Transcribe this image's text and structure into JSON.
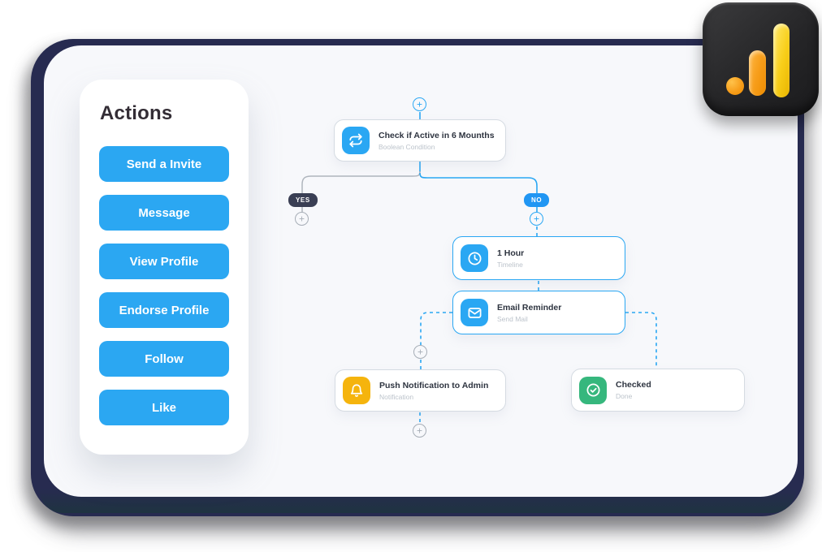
{
  "colors": {
    "accent_blue": "#2AA7F3",
    "deep_blue": "#2196F3",
    "amber": "#F5B40D",
    "green": "#36B77D",
    "pill_dark": "#3A3F54",
    "backdrop_navy": "#272B50",
    "canvas": "#F7F8FB",
    "node_border": "#D5DBE2",
    "title_text": "#2E3440",
    "subtitle_text": "#BCC3CB"
  },
  "actions_panel": {
    "title": "Actions",
    "buttons": [
      {
        "label": "Send a Invite"
      },
      {
        "label": "Message"
      },
      {
        "label": "View Profile"
      },
      {
        "label": "Endorse Profile"
      },
      {
        "label": "Follow"
      },
      {
        "label": "Like"
      }
    ]
  },
  "flow": {
    "nodes": [
      {
        "title": "Check if Active in 6 Mounths",
        "subtitle": "Boolean Condition",
        "icon": "repeat-icon"
      },
      {
        "title": "1 Hour",
        "subtitle": "Timeline",
        "icon": "clock-icon"
      },
      {
        "title": "Email Reminder",
        "subtitle": "Send Mail",
        "icon": "mail-icon"
      },
      {
        "title": "Push Notification to Admin",
        "subtitle": "Notification",
        "icon": "bell-icon"
      },
      {
        "title": "Checked",
        "subtitle": "Done",
        "icon": "check-icon"
      }
    ],
    "branch_labels": {
      "yes": "YES",
      "no": "NO"
    }
  },
  "logo": {
    "icon": "analytics-bars-icon"
  }
}
